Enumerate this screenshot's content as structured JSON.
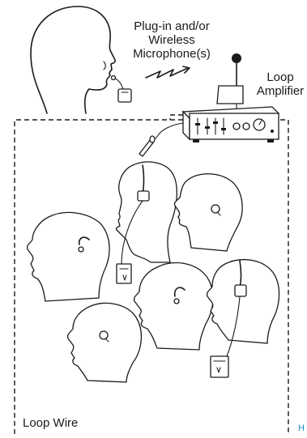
{
  "labels": {
    "microphone_line1": "Plug-in and/or",
    "microphone_line2": "Wireless",
    "microphone_line3": "Microphone(s)",
    "amplifier_line1": "Loop",
    "amplifier_line2": "Amplifier",
    "loop_wire": "Loop Wire",
    "corner_mark": "H"
  }
}
